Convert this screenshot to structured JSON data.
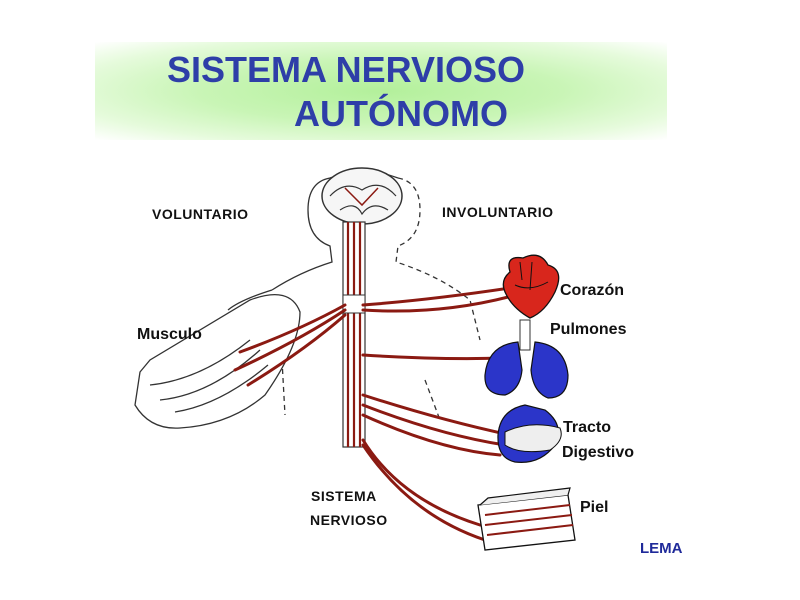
{
  "title": {
    "line1": "SISTEMA NERVIOSO",
    "line2": "AUTÓNOMO"
  },
  "labels": {
    "voluntario": "VOLUNTARIO",
    "involuntario": "INVOLUNTARIO",
    "musculo": "Musculo",
    "corazon": "Corazón",
    "pulmones": "Pulmones",
    "tracto": "Tracto",
    "digestivo": "Digestivo",
    "piel": "Piel",
    "sistema": "SISTEMA",
    "nervioso": "NERVIOSO"
  },
  "credit": "LEMA",
  "colors": {
    "title_text": "#2e3ea8",
    "title_band": "#b3f09b",
    "nerve": "#8b1a12",
    "heart": "#d8261c",
    "organ_blue": "#2b35c9",
    "credit": "#1f2a9a"
  }
}
